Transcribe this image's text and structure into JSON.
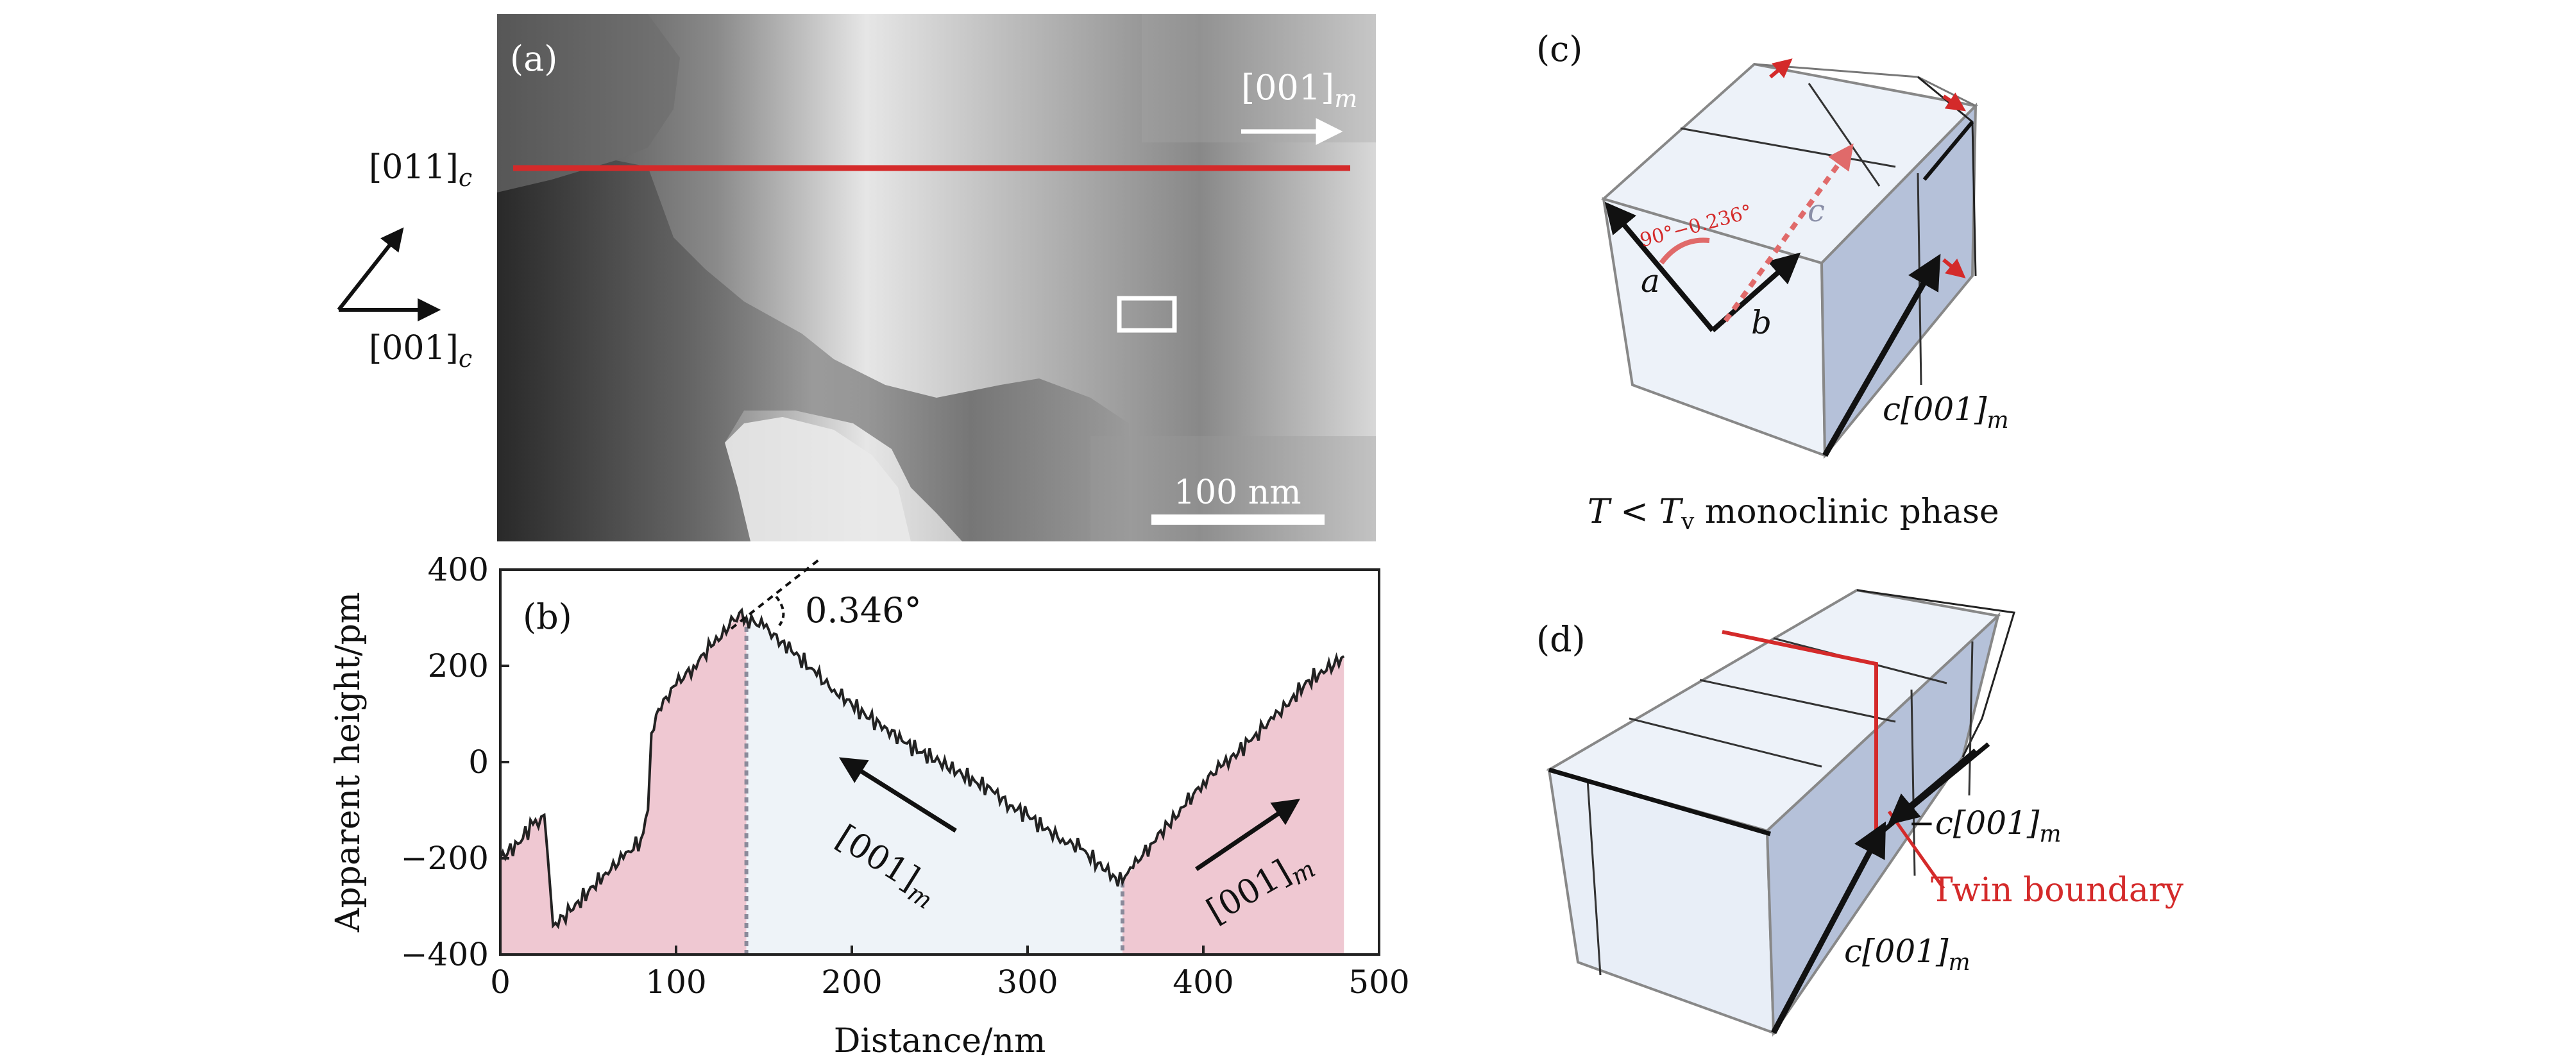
{
  "panel_a": {
    "label": "(a)",
    "direction_top": "[011]",
    "direction_top_sub": "c",
    "direction_bottom": "[001]",
    "direction_bottom_sub": "c",
    "arrow_label": "[001]",
    "arrow_label_sub": "m",
    "scalebar_label": "100 nm",
    "colors": {
      "line_scan": "#d42a2a",
      "box": "#ffffff"
    }
  },
  "panel_b": {
    "label": "(b)",
    "angle_label": "0.346°",
    "arrow_left_label": "[001]",
    "arrow_left_sub": "m",
    "arrow_right_label": "[001]",
    "arrow_right_sub": "m",
    "colors": {
      "pink": "#efc8d2",
      "blue": "#eef3f8",
      "line": "#222222"
    }
  },
  "chart_data": {
    "type": "line",
    "xlabel": "Distance/nm",
    "ylabel": "Apparent height/pm",
    "xlim": [
      0,
      500
    ],
    "ylim": [
      -400,
      400
    ],
    "xticks": [
      0,
      100,
      200,
      300,
      400,
      500
    ],
    "yticks": [
      -400,
      -200,
      0,
      200,
      400
    ],
    "xtick_labels": [
      "0",
      "100",
      "200",
      "300",
      "400",
      "500"
    ],
    "ytick_labels": [
      "−400",
      "−200",
      "0",
      "200",
      "400"
    ],
    "grid": false,
    "series": [
      {
        "x": [
          0,
          10,
          20,
          25,
          30,
          40,
          50,
          60,
          70,
          80,
          84,
          86,
          90,
          100,
          110,
          120,
          130,
          136,
          140,
          150,
          160,
          170,
          180,
          190,
          200,
          210,
          220,
          230,
          240,
          250,
          260,
          270,
          280,
          290,
          300,
          310,
          320,
          330,
          340,
          350,
          354,
          360,
          370,
          380,
          390,
          400,
          410,
          420,
          430,
          440,
          450,
          460,
          470,
          480
        ],
        "values": [
          -200,
          -170,
          -120,
          -110,
          -340,
          -310,
          -270,
          -230,
          -200,
          -160,
          -100,
          60,
          110,
          160,
          200,
          240,
          280,
          310,
          300,
          280,
          250,
          220,
          180,
          150,
          120,
          90,
          70,
          40,
          20,
          0,
          -20,
          -40,
          -60,
          -90,
          -110,
          -140,
          -160,
          -180,
          -210,
          -240,
          -250,
          -220,
          -170,
          -130,
          -90,
          -40,
          -10,
          20,
          60,
          90,
          130,
          170,
          190,
          220
        ]
      }
    ],
    "shaded_regions": [
      {
        "from": 0,
        "to": 140,
        "color": "#efc8d2"
      },
      {
        "from": 140,
        "to": 354,
        "color": "#eef3f8"
      },
      {
        "from": 354,
        "to": 480,
        "color": "#efc8d2"
      }
    ]
  },
  "panel_c": {
    "label": "(c)",
    "angle_label": "90°−0.236°",
    "label_a": "a",
    "label_b": "b",
    "label_c": "c",
    "axis_label": "c[001]",
    "axis_label_sub": "m",
    "caption_t": "T",
    "caption_lt": " < ",
    "caption_tv": "T",
    "caption_tv_sub": "v",
    "caption_rest": " monoclinic phase",
    "colors": {
      "red": "#d42a2a",
      "face": "#edf2f9",
      "side": "#b5c1d9"
    }
  },
  "panel_d": {
    "label": "(d)",
    "neg_label": "−c[001]",
    "neg_label_sub": "m",
    "twin_label": "Twin boundary",
    "pos_label": "c[001]",
    "pos_label_sub": "m",
    "colors": {
      "red": "#d42a2a"
    }
  }
}
